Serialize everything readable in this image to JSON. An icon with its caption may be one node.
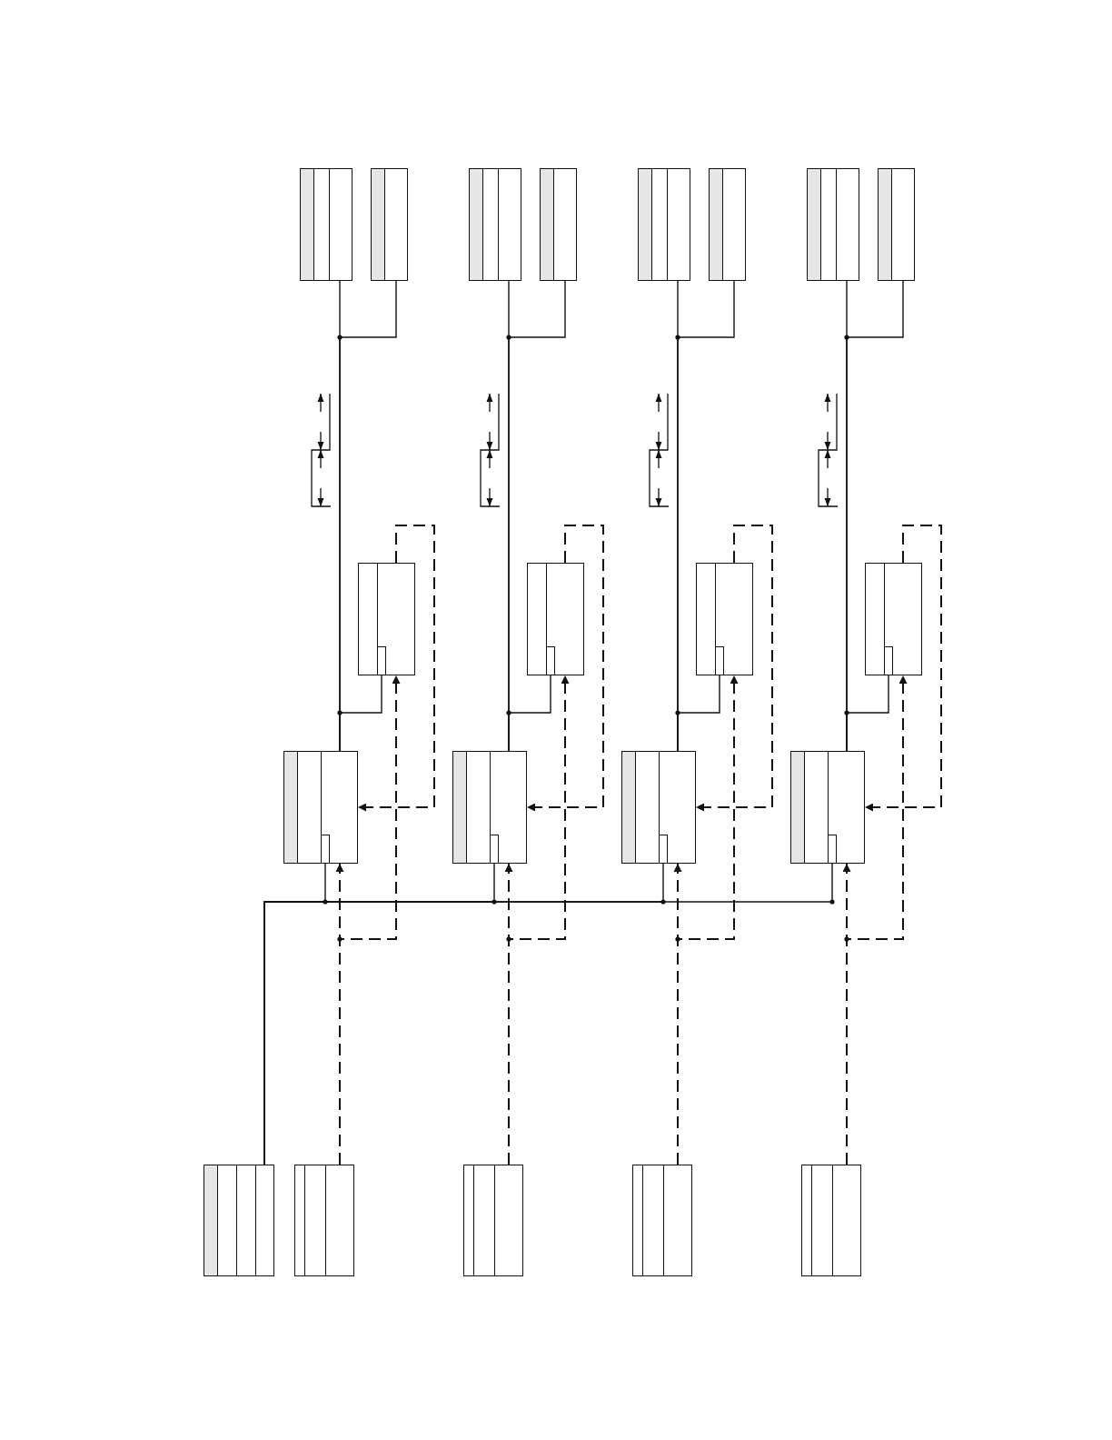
{
  "diagram": {
    "nodes": [
      {
        "text": [],
        "shape": "box"
      },
      {
        "text": [],
        "shape": "box"
      },
      {
        "text": [],
        "shape": "box"
      },
      {
        "text": [],
        "shape": "box"
      },
      {
        "text": [],
        "shape": "box"
      },
      {
        "text": [],
        "shape": "box"
      },
      {
        "text": [],
        "shape": "box"
      },
      {
        "text": [],
        "shape": "box"
      },
      {
        "text": [],
        "shape": "box"
      },
      {
        "text": [],
        "shape": "box"
      },
      {
        "text": [],
        "shape": "box"
      },
      {
        "text": [],
        "shape": "box"
      },
      {
        "text": [],
        "shape": "box"
      },
      {
        "text": [],
        "shape": "box"
      },
      {
        "text": [],
        "shape": "box"
      },
      {
        "text": [],
        "shape": "box"
      },
      {
        "text": [],
        "shape": "box"
      },
      {
        "text": [],
        "shape": "box"
      },
      {
        "text": [],
        "shape": "box"
      },
      {
        "text": [],
        "shape": "box"
      },
      {
        "text": [],
        "shape": "box"
      }
    ],
    "edges": [
      {
        "from": 0,
        "to": 12,
        "arrow": "none"
      },
      {
        "from": 1,
        "to": 12,
        "arrow": "none"
      },
      {
        "from": 8,
        "to": 12,
        "arrow": "none"
      },
      {
        "from": 12,
        "to": 16,
        "arrow": "none"
      },
      {
        "from": 17,
        "to": 12,
        "arrow": "to",
        "style": "dashed"
      },
      {
        "from": 17,
        "to": 8,
        "arrow": "to",
        "style": "dashed"
      },
      {
        "from": 8,
        "to": 12,
        "arrow": "to",
        "style": "dashed"
      },
      {
        "from": 2,
        "to": 13,
        "arrow": "none"
      },
      {
        "from": 3,
        "to": 13,
        "arrow": "none"
      },
      {
        "from": 9,
        "to": 13,
        "arrow": "none"
      },
      {
        "from": 13,
        "to": 16,
        "arrow": "none"
      },
      {
        "from": 18,
        "to": 13,
        "arrow": "to",
        "style": "dashed"
      },
      {
        "from": 18,
        "to": 9,
        "arrow": "to",
        "style": "dashed"
      },
      {
        "from": 9,
        "to": 13,
        "arrow": "to",
        "style": "dashed"
      },
      {
        "from": 4,
        "to": 14,
        "arrow": "none"
      },
      {
        "from": 5,
        "to": 14,
        "arrow": "none"
      },
      {
        "from": 10,
        "to": 14,
        "arrow": "none"
      },
      {
        "from": 14,
        "to": 16,
        "arrow": "none"
      },
      {
        "from": 19,
        "to": 14,
        "arrow": "to",
        "style": "dashed"
      },
      {
        "from": 19,
        "to": 10,
        "arrow": "to",
        "style": "dashed"
      },
      {
        "from": 10,
        "to": 14,
        "arrow": "to",
        "style": "dashed"
      },
      {
        "from": 6,
        "to": 15,
        "arrow": "none"
      },
      {
        "from": 7,
        "to": 15,
        "arrow": "none"
      },
      {
        "from": 11,
        "to": 15,
        "arrow": "none"
      },
      {
        "from": 15,
        "to": 16,
        "arrow": "none"
      },
      {
        "from": 20,
        "to": 15,
        "arrow": "to",
        "style": "dashed"
      },
      {
        "from": 20,
        "to": 11,
        "arrow": "to",
        "style": "dashed"
      },
      {
        "from": 11,
        "to": 15,
        "arrow": "to",
        "style": "dashed"
      }
    ]
  }
}
